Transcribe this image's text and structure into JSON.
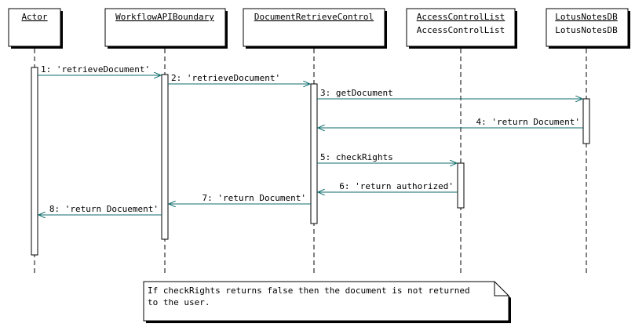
{
  "diagram": {
    "participants": [
      {
        "id": "actor",
        "title": "Actor",
        "subtitle": ""
      },
      {
        "id": "boundary",
        "title": "WorkflowAPIBoundary",
        "subtitle": ""
      },
      {
        "id": "control",
        "title": "DocumentRetrieveControl",
        "subtitle": ""
      },
      {
        "id": "acl",
        "title": "AccessControlList",
        "subtitle": "AccessControlList"
      },
      {
        "id": "lotus",
        "title": "LotusNotesDB",
        "subtitle": "LotusNotesDB"
      }
    ],
    "messages": [
      {
        "label": "1: 'retrieveDocument'"
      },
      {
        "label": "2: 'retrieveDocument'"
      },
      {
        "label": "3: getDocument"
      },
      {
        "label": "4: 'return Document'"
      },
      {
        "label": "5: checkRights"
      },
      {
        "label": "6: 'return authorized'"
      },
      {
        "label": "7: 'return Document'"
      },
      {
        "label": "8: 'return Docuement'"
      }
    ],
    "note": {
      "line1": "If checkRights returns false then the document is not returned",
      "line2": "to the user."
    },
    "colors": {
      "message": "#0f6b6b",
      "line": "#000000",
      "background": "#ffffff"
    }
  }
}
